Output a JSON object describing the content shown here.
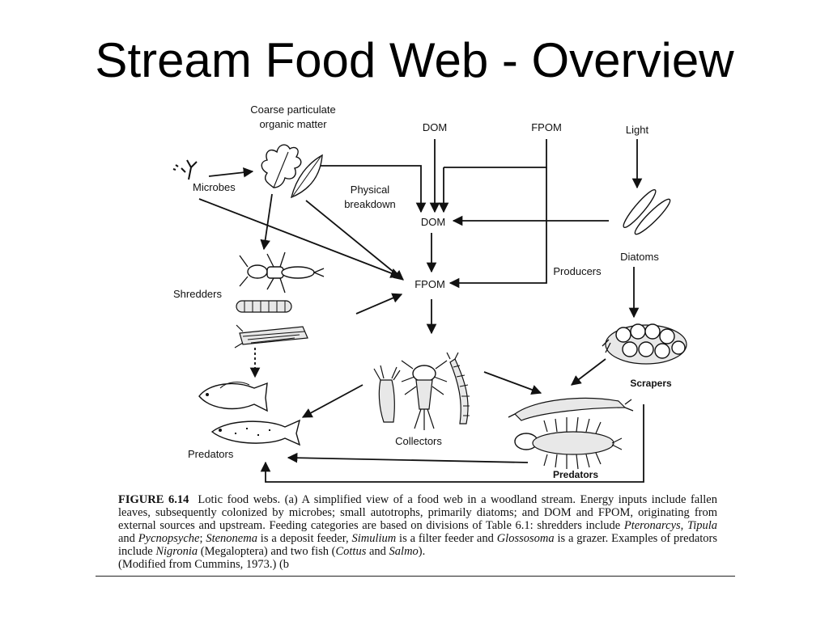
{
  "title": "Stream Food Web - Overview",
  "nodes": {
    "cpom_line1": "Coarse particulate",
    "cpom_line2": "organic matter",
    "dom_top": "DOM",
    "fpom_top": "FPOM",
    "light": "Light",
    "microbes": "Microbes",
    "physical_line1": "Physical",
    "physical_line2": "breakdown",
    "dom_mid": "DOM",
    "diatoms": "Diatoms",
    "producers": "Producers",
    "fpom_mid": "FPOM",
    "shredders": "Shredders",
    "scrapers": "Scrapers",
    "collectors": "Collectors",
    "predators_left": "Predators",
    "predators_right": "Predators"
  },
  "caption": {
    "figure_label": "FIGURE 6.14",
    "t1": "Lotic food webs. (a) A simplified view of a food web in a woodland stream. Energy inputs include fallen leaves, subsequently colonized by microbes; small autotrophs, primarily diatoms; and DOM and FPOM, originating from external sources and upstream. Feeding categories are based on divisions of Table 6.1: shredders include ",
    "g_pteronarcys": "Pteronarcys",
    "t2": ", ",
    "g_tipula": "Tipula",
    "t3": " and ",
    "g_pycnopsyche": "Pycnopsyche",
    "t4": "; ",
    "g_stenonema": "Stenonema",
    "t5": " is a deposit feeder, ",
    "g_simulium": "Simulium",
    "t6": " is a filter feeder and ",
    "g_glossosoma": "Glossosoma",
    "t7": " is a grazer. Examples of predators include ",
    "g_nigronia": "Nigronia",
    "t8": " (Megaloptera) and two fish (",
    "g_cottus": "Cottus",
    "t9": " and ",
    "g_salmo": "Salmo",
    "t10": ").",
    "t11": "(Modified from Cummins, 1973.) (b"
  }
}
